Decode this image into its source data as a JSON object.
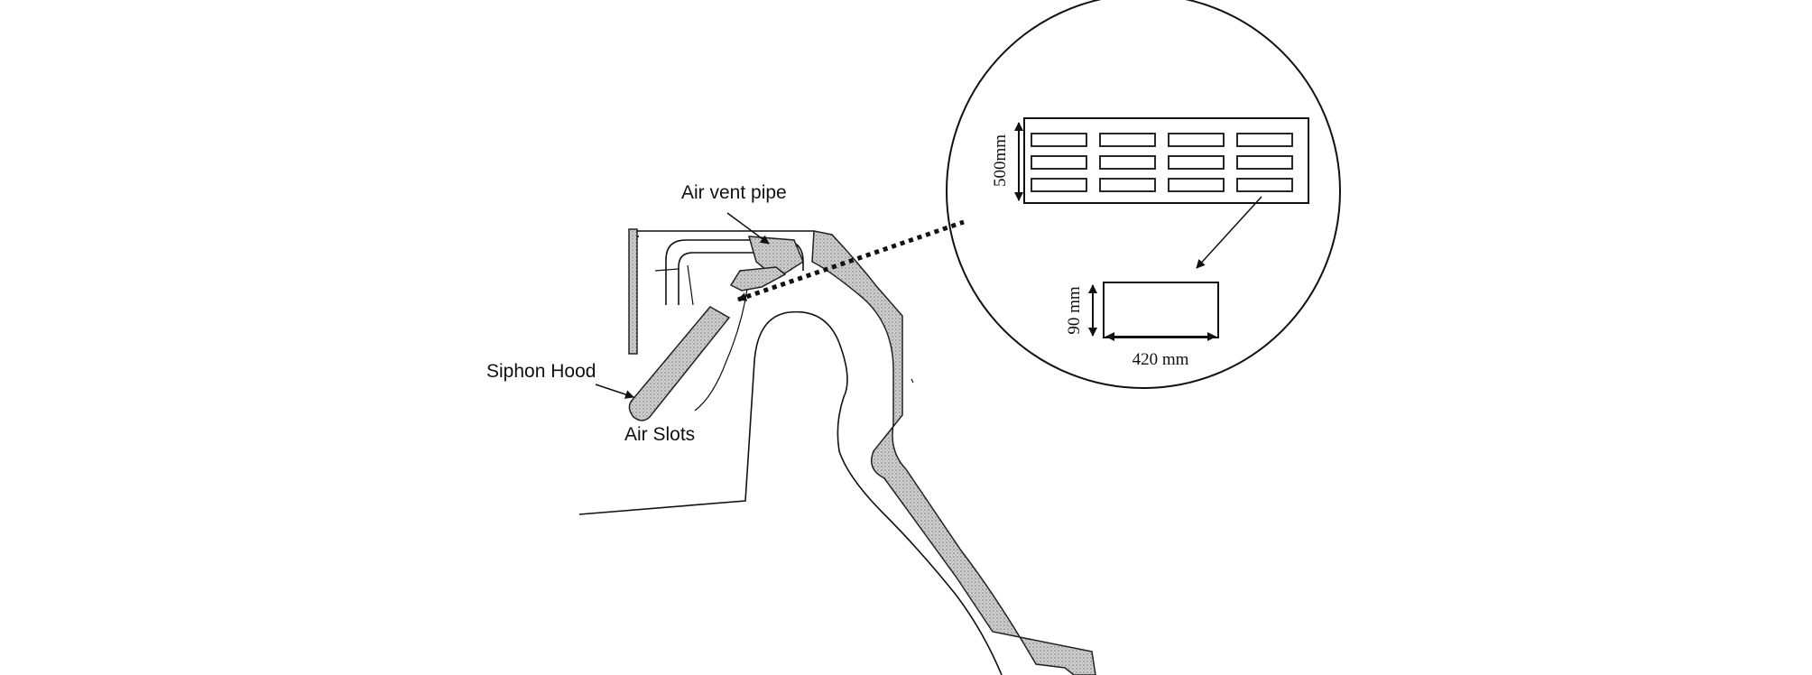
{
  "labels": {
    "air_vent_pipe": "Air vent pipe",
    "siphon_hood": "Siphon Hood",
    "air_slots": "Air Slots",
    "height_500": "500mm",
    "height_90": "90 mm",
    "width_420": "420 mm"
  },
  "slot_grid": {
    "rows": 3,
    "columns": 4
  },
  "colors": {
    "ink": "#111111",
    "hatch_fill": "#bdbdbd",
    "background": "#ffffff"
  }
}
